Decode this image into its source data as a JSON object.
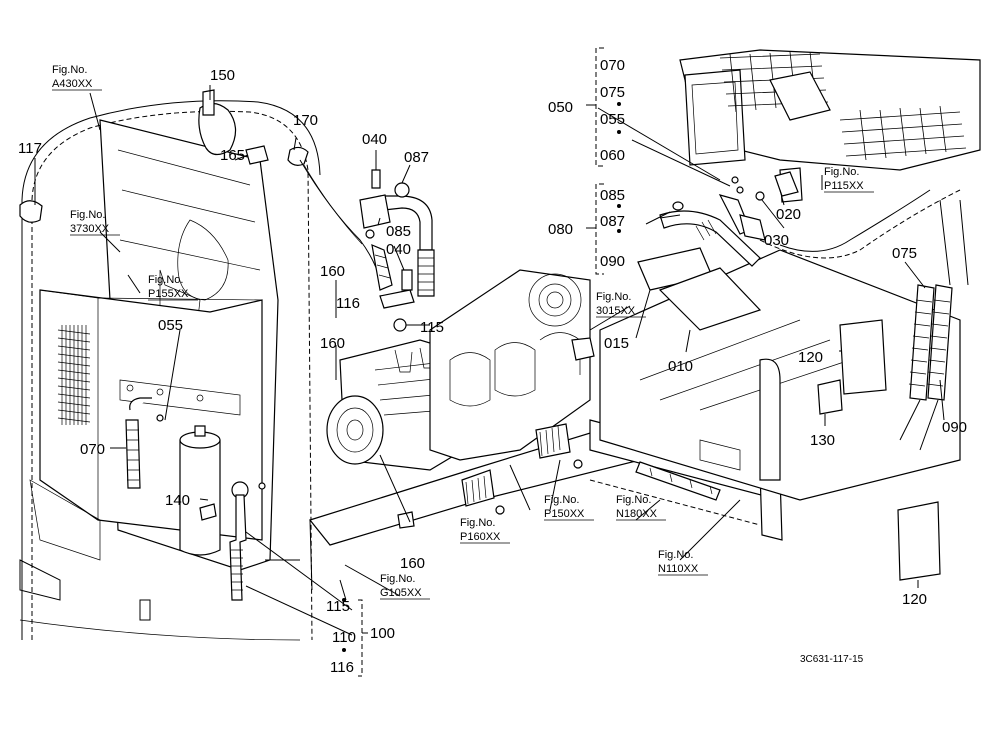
{
  "drawing_code": "3C631-117-15",
  "part_labels": [
    {
      "id": "p150",
      "text": "150"
    },
    {
      "id": "p170",
      "text": "170"
    },
    {
      "id": "p165",
      "text": "165"
    },
    {
      "id": "p117",
      "text": "117"
    },
    {
      "id": "p040a",
      "text": "040"
    },
    {
      "id": "p087a",
      "text": "087"
    },
    {
      "id": "p085a",
      "text": "085"
    },
    {
      "id": "p040b",
      "text": "040"
    },
    {
      "id": "p160a",
      "text": "160"
    },
    {
      "id": "p116a",
      "text": "116"
    },
    {
      "id": "p115a",
      "text": "115"
    },
    {
      "id": "p055a",
      "text": "055"
    },
    {
      "id": "p160b",
      "text": "160"
    },
    {
      "id": "p070a",
      "text": "070"
    },
    {
      "id": "p140",
      "text": "140"
    },
    {
      "id": "p160c",
      "text": "160"
    },
    {
      "id": "p115b",
      "text": "115"
    },
    {
      "id": "p110",
      "text": "110"
    },
    {
      "id": "p100",
      "text": "100"
    },
    {
      "id": "p116b",
      "text": "116"
    },
    {
      "id": "p050",
      "text": "050"
    },
    {
      "id": "p070b",
      "text": "070"
    },
    {
      "id": "p075a",
      "text": "075"
    },
    {
      "id": "p055b",
      "text": "055"
    },
    {
      "id": "p060",
      "text": "060"
    },
    {
      "id": "p080",
      "text": "080"
    },
    {
      "id": "p085b",
      "text": "085"
    },
    {
      "id": "p087b",
      "text": "087"
    },
    {
      "id": "p090a",
      "text": "090"
    },
    {
      "id": "p020",
      "text": "020"
    },
    {
      "id": "p030",
      "text": "030"
    },
    {
      "id": "p015",
      "text": "015"
    },
    {
      "id": "p010",
      "text": "010"
    },
    {
      "id": "p075b",
      "text": "075"
    },
    {
      "id": "p120a",
      "text": "120"
    },
    {
      "id": "p130",
      "text": "130"
    },
    {
      "id": "p090b",
      "text": "090"
    },
    {
      "id": "p120b",
      "text": "120"
    }
  ],
  "fig_refs": [
    {
      "id": "A430XX",
      "label": "Fig.No.",
      "code": "A430XX"
    },
    {
      "id": "3730XX",
      "label": "Fig.No.",
      "code": "3730XX"
    },
    {
      "id": "P155XX",
      "label": "Fig.No.",
      "code": "P155XX"
    },
    {
      "id": "P115XX",
      "label": "Fig.No.",
      "code": "P115XX"
    },
    {
      "id": "3015XX",
      "label": "Fig.No.",
      "code": "3015XX"
    },
    {
      "id": "P150XX",
      "label": "Fig.No.",
      "code": "P150XX"
    },
    {
      "id": "N180XX",
      "label": "Fig.No.",
      "code": "N180XX"
    },
    {
      "id": "P160XX",
      "label": "Fig.No.",
      "code": "P160XX"
    },
    {
      "id": "G105XX",
      "label": "Fig.No.",
      "code": "G105XX"
    },
    {
      "id": "N110XX",
      "label": "Fig.No.",
      "code": "N110XX"
    }
  ]
}
